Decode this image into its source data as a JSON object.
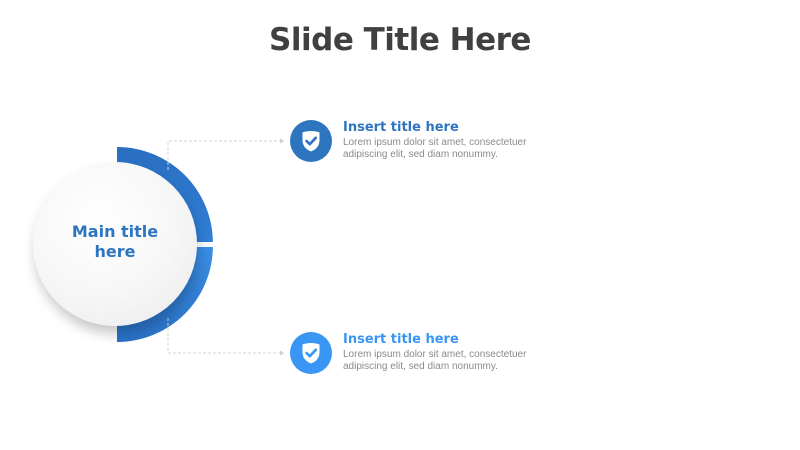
{
  "slide": {
    "title": "Slide Title Here"
  },
  "center": {
    "title": "Main title here"
  },
  "items": [
    {
      "title": "Insert title here",
      "text": "Lorem ipsum dolor sit amet, consectetuer adipiscing elit, sed diam nonummy.",
      "icon": "shield-check-icon",
      "color": "#2e75c0"
    },
    {
      "title": "Insert title here",
      "text": "Lorem ipsum dolor sit amet, consectetuer adipiscing elit, sed diam nonummy.",
      "icon": "shield-check-icon",
      "color": "#3a96f5"
    }
  ],
  "colors": {
    "title": "#404040",
    "arc_dark": "#2e75c0",
    "arc_light": "#3a8fe6",
    "body_text": "#8a8a8a"
  }
}
